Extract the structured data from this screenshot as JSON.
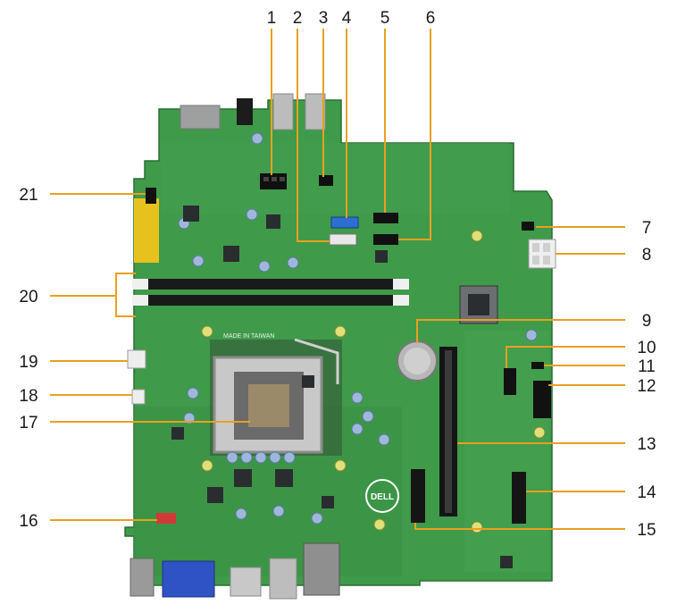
{
  "diagram": {
    "labels": {
      "n1": "1",
      "n2": "2",
      "n3": "3",
      "n4": "4",
      "n5": "5",
      "n6": "6",
      "n7": "7",
      "n8": "8",
      "n9": "9",
      "n10": "10",
      "n11": "11",
      "n12": "12",
      "n13": "13",
      "n14": "14",
      "n15": "15",
      "n16": "16",
      "n17": "17",
      "n18": "18",
      "n19": "19",
      "n20": "20",
      "n21": "21"
    },
    "logo_text": "DELL",
    "silkscreen": "MADE IN TAIWAN",
    "colors": {
      "board": "#3f9a4a",
      "board_dark": "#2f7d3a",
      "callout": "#e8a020",
      "text": "#1a1a1a"
    }
  }
}
